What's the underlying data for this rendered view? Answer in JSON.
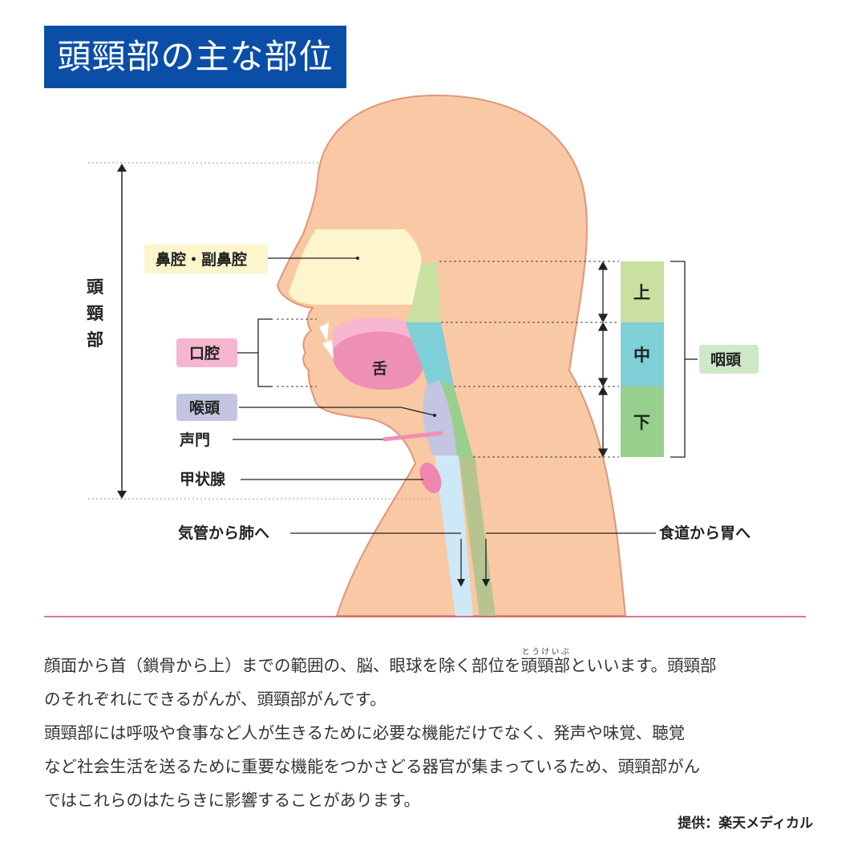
{
  "title": "頭頸部の主な部位",
  "labels": {
    "region": "頭\n頸\n部",
    "nasal": "鼻腔・副鼻腔",
    "oral": "口腔",
    "tongue": "舌",
    "larynx": "喉頭",
    "glottis": "声門",
    "thyroid": "甲状腺",
    "trachea": "気管から肺へ",
    "esophagus": "食道から胃へ",
    "pharynx": "咽頭",
    "pharynx_upper": "上",
    "pharynx_middle": "中",
    "pharynx_lower": "下"
  },
  "description": {
    "p1_before": "顔面から首（鎖骨から上）までの範囲の、脳、眼球を除く部位を",
    "p1_ruby_base": "頭頸部",
    "p1_ruby_reading": "とうけいぶ",
    "p1_after_a": "といいます。頭頸部",
    "p1_after_b": "のそれぞれにできるがんが、頭頸部がんです。",
    "p2_a": "頭頸部には呼吸や食事など人が生きるために必要な機能だけでなく、発声や味覚、聴覚",
    "p2_b": "など社会生活を送るために重要な機能をつかさどる器官が集まっているため、頭頸部がん",
    "p2_c": "ではこれらのはたらきに影響することがあります。"
  },
  "credit": "提供：楽天メディカル",
  "colors": {
    "title_bg": "#0a4ea8",
    "skin": "#f9c8a4",
    "nasal": "#fdf5cc",
    "oral": "#f6b6cf",
    "tongue": "#ee8fb6",
    "larynx": "#c3c5e3",
    "thyroid": "#ee86b0",
    "trachea": "#cde9f7",
    "upper": "#c9e0a1",
    "middle": "#7ecfd6",
    "lower": "#97cf8c",
    "esophagus": "#b6c590",
    "divider": "#d44c5c"
  }
}
